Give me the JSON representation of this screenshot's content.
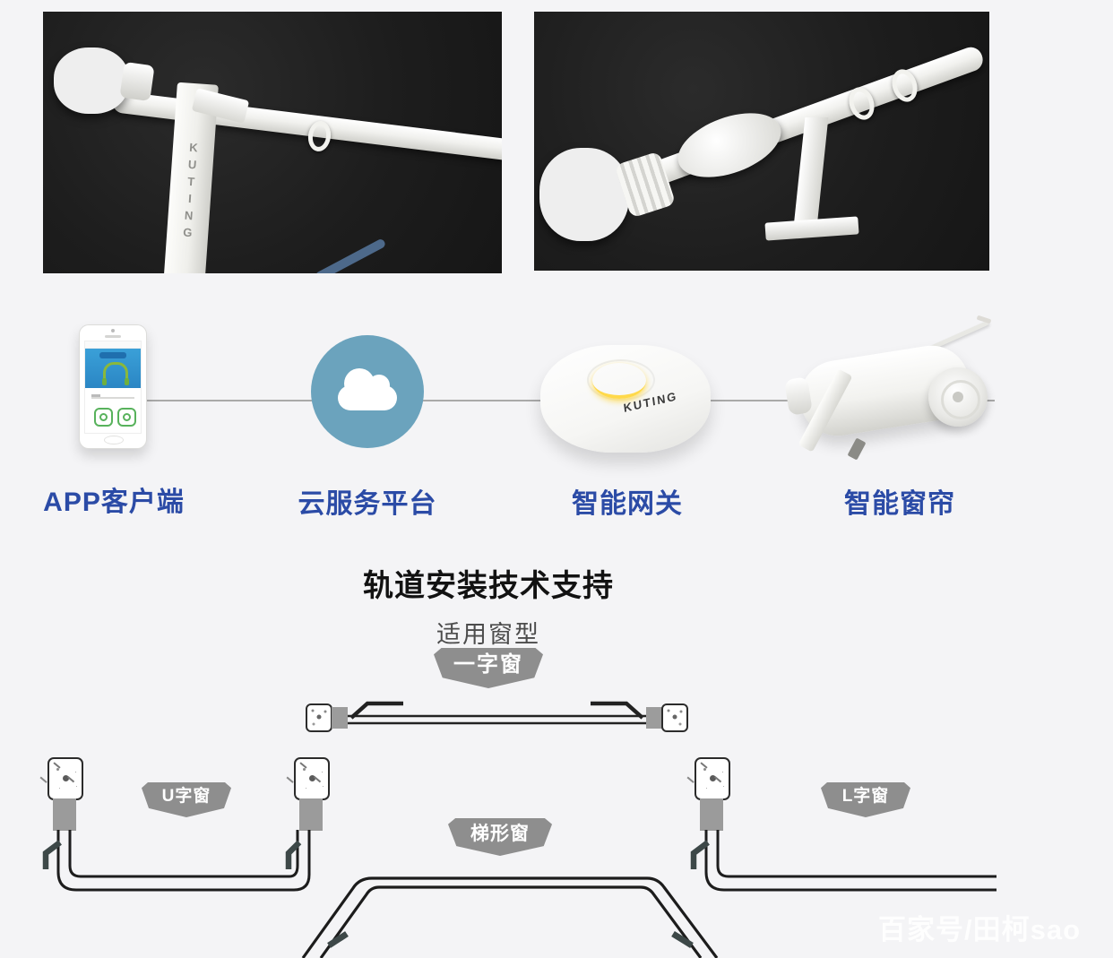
{
  "brand": "KUTING",
  "colors": {
    "accent_blue": "#2b4ba6",
    "cloud_blue": "#6ba3bd",
    "badge_gray": "#8e8e8e",
    "photo_background": "#1f1f1f",
    "track_line": "#1f1f1f",
    "hook_dark": "#3d4848",
    "gateway_glow_yellow": "#ffd94a",
    "app_green": "#58b25c",
    "app_screen_blue": "#2e93cf"
  },
  "flow": {
    "items": [
      {
        "label": "APP客户端",
        "type": "phone"
      },
      {
        "label": "云服务平台",
        "type": "cloud"
      },
      {
        "label": "智能网关",
        "type": "gateway"
      },
      {
        "label": "智能窗帘",
        "type": "curtain-motor"
      }
    ]
  },
  "support": {
    "title": "轨道安装技术支持",
    "subtitle": "适用窗型",
    "window_types": [
      {
        "label": "一字窗"
      },
      {
        "label": "U字窗"
      },
      {
        "label": "梯形窗"
      },
      {
        "label": "L字窗"
      }
    ]
  },
  "watermark": "百家号/田柯sao"
}
